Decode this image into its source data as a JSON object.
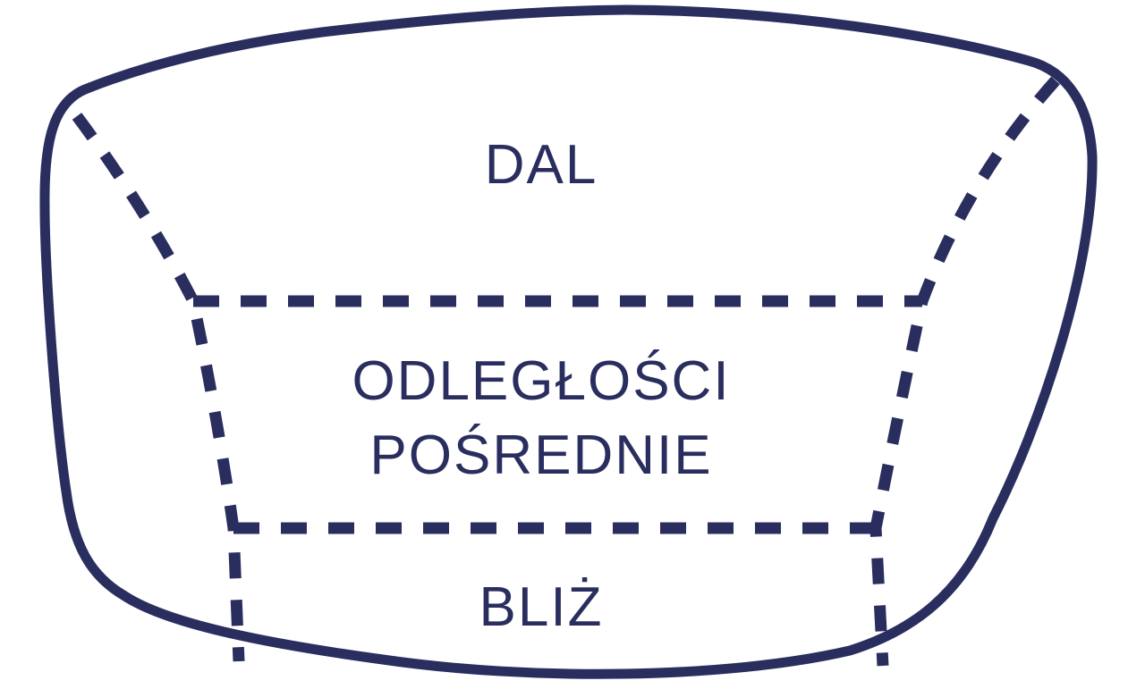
{
  "colors": {
    "ink": "#2a2e5f",
    "background": "#ffffff"
  },
  "lens_zones": {
    "far_label": "DAL",
    "intermediate_label_line1": "ODLEGŁOŚCI",
    "intermediate_label_line2": "POŚREDNIE",
    "near_label": "BLIŻ"
  }
}
